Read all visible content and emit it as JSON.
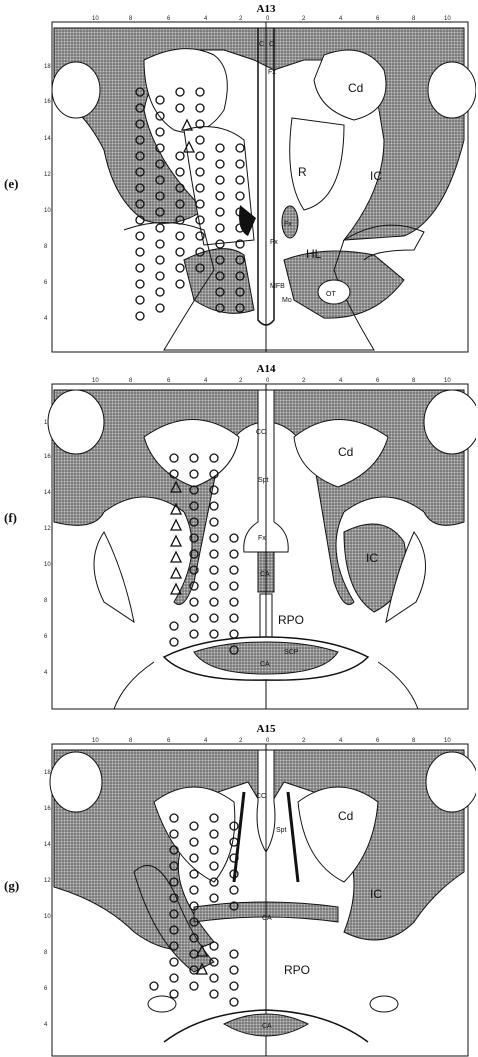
{
  "panels": [
    {
      "id": "e",
      "label": "(e)",
      "title": "A13",
      "regions": [
        "C",
        "C",
        "Cd",
        "Fx",
        "R",
        "IC",
        "Fx",
        "Fx",
        "HL",
        "MFB",
        "Mo",
        "OT"
      ]
    },
    {
      "id": "f",
      "label": "(f)",
      "title": "A14",
      "regions": [
        "CC",
        "Cd",
        "Spt",
        "IC",
        "Fx",
        "CA",
        "RPO",
        "SCP",
        "CA"
      ]
    },
    {
      "id": "g",
      "label": "(g)",
      "title": "A15",
      "regions": [
        "CC",
        "Cd",
        "Spt",
        "IC",
        "CA",
        "RPO",
        "CA"
      ]
    }
  ],
  "top_ticks": [
    "10",
    "8",
    "6",
    "4",
    "2",
    "0",
    "2",
    "4",
    "6",
    "8",
    "10"
  ],
  "side_ticks": [
    "18",
    "16",
    "14",
    "12",
    "10",
    "8",
    "6",
    "4"
  ],
  "colors": {
    "stipple": "#8a8a8a",
    "line": "#111111",
    "background": "#ffffff"
  }
}
